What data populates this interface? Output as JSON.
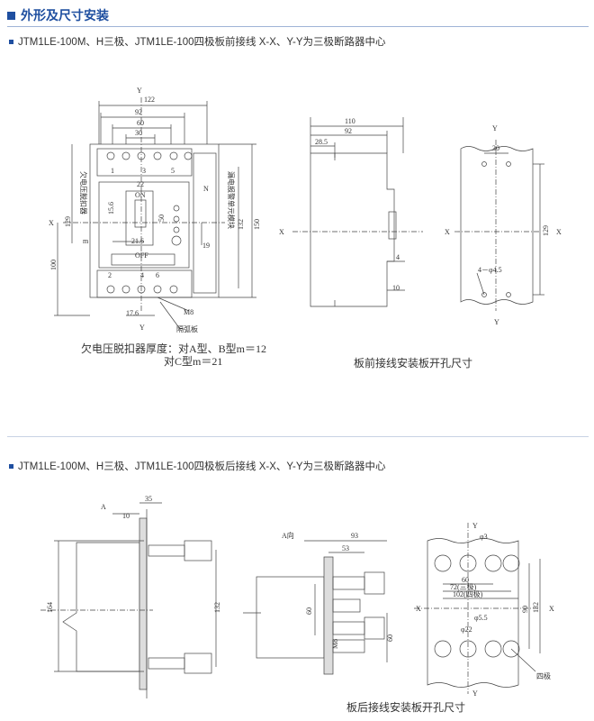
{
  "section_title": "外形及尺寸安装",
  "subtitle1": "JTM1LE-100M、H三极、JTM1LE-100四极板前接线   X-X、Y-Y为三极断路器中心",
  "subtitle2": "JTM1LE-100M、H三极、JTM1LE-100四极板后接线   X-X、Y-Y为三极断路器中心",
  "fig1": {
    "caption_line1": "欠电压脱扣器厚度：对A型、B型m＝12",
    "caption_line2": "对C型m＝21",
    "d_122": "122",
    "d_92": "92",
    "d_60": "60",
    "d_30": "30",
    "Y": "Y",
    "X": "X",
    "t_1": "1",
    "t_3": "3",
    "t_5": "5",
    "t_N": "N",
    "t_2": "2",
    "t_4": "4",
    "t_6": "6",
    "d_22": "22",
    "on": "ON",
    "off": "OFF",
    "d_15_6": "15.6",
    "d_50": "50",
    "d_21_6": "21.6",
    "d_19": "19",
    "d_129": "129",
    "d_100": "100",
    "d_132": "132",
    "d_150": "150",
    "d_17_6": "17.6",
    "m8": "M8",
    "d_m": "m",
    "barrier": "隔弧板",
    "left_label": "欠电压脱扣器",
    "right_label": "漏电报警单元模块"
  },
  "fig2": {
    "caption": "板前接线安装板开孔尺寸",
    "d_110": "110",
    "d_92": "92",
    "d_28_5": "28.5",
    "d_4": "4",
    "d_10": "10",
    "X": "X",
    "Y": "Y",
    "d_30": "30",
    "d_129": "129",
    "hole": "4－φ4.5"
  },
  "fig3": {
    "caption": "板后接线安装板开孔尺寸",
    "A": "A",
    "d_35": "35",
    "d_10": "10",
    "d_164": "164",
    "d_132": "132",
    "a_view": "A向",
    "d_93": "93",
    "d_53": "53",
    "d_60": "60",
    "d_60b": "60",
    "m8": "M8",
    "X": "X",
    "Y": "Y",
    "d_phi3": "φ3",
    "d_60c": "60",
    "d_72": "72(三极)",
    "d_102": "102(四极)",
    "d_90": "90",
    "d_132b": "132",
    "d_phi5_5": "φ5.5",
    "d_phi22": "φ22",
    "four_pole": "四极"
  }
}
